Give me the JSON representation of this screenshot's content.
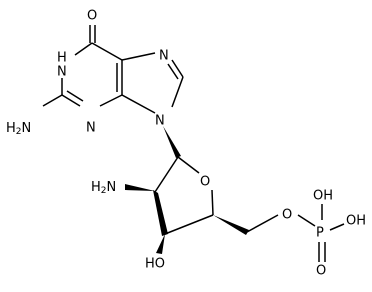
{
  "molecule": {
    "atoms": {
      "o_carbonyl": "O",
      "n1h": "H\nN",
      "n1h_h": "H",
      "n1h_n": "N",
      "n3": "N",
      "n7": "N",
      "n9": "N",
      "h2n_base": "H2N",
      "h2n_sugar": "H2N",
      "o_ring": "O",
      "ho_sugar": "HO",
      "o_phosphate_ester": "O",
      "p": "P",
      "o_phosphoryl": "O",
      "oh_top": "OH",
      "oh_right": "OH"
    }
  }
}
